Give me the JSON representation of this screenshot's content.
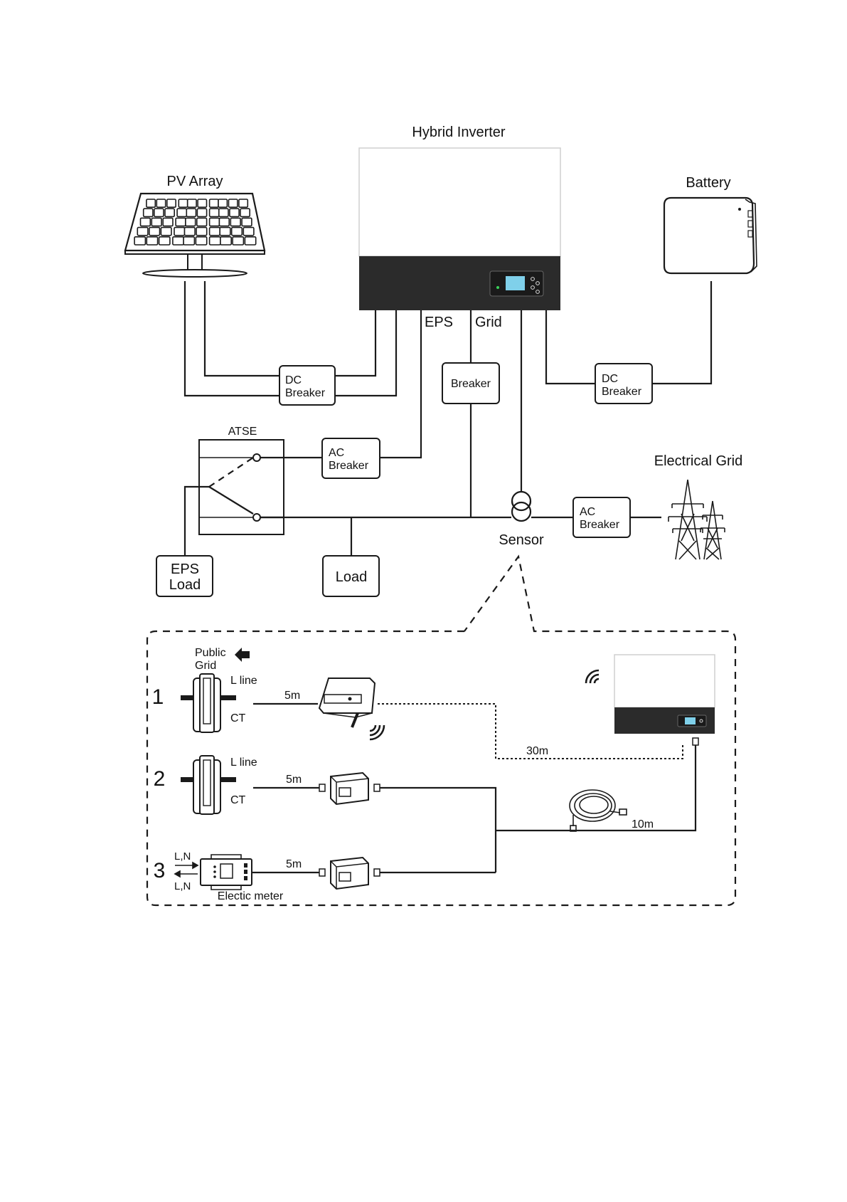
{
  "labels": {
    "hybrid_inverter": "Hybrid Inverter",
    "pv_array": "PV Array",
    "battery": "Battery",
    "eps": "EPS",
    "grid": "Grid",
    "dc_breaker_pv_l1": "DC",
    "dc_breaker_pv_l2": "Breaker",
    "breaker": "Breaker",
    "dc_breaker_bat_l1": "DC",
    "dc_breaker_bat_l2": "Breaker",
    "atse": "ATSE",
    "ac_breaker_eps_l1": "AC",
    "ac_breaker_eps_l2": "Breaker",
    "electrical_grid": "Electrical Grid",
    "ac_breaker_grid_l1": "AC",
    "ac_breaker_grid_l2": "Breaker",
    "sensor": "Sensor",
    "eps_load_l1": "EPS",
    "eps_load_l2": "Load",
    "load": "Load"
  },
  "detail": {
    "public_grid_l1": "Public",
    "public_grid_l2": "Grid",
    "opt1_num": "1",
    "opt1_lline": "L line",
    "opt1_ct": "CT",
    "opt1_len": "5m",
    "wireless_len": "30m",
    "opt2_num": "2",
    "opt2_lline": "L line",
    "opt2_ct": "CT",
    "opt2_len": "5m",
    "cable_len": "10m",
    "opt3_num": "3",
    "opt3_ln_top": "L,N",
    "opt3_ln_bottom": "L,N",
    "opt3_len": "5m",
    "meter_label": "Electic meter"
  },
  "colors": {
    "line": "#1a1a1a",
    "inverter_panel": "#2b2b2b",
    "screen": "#7fd0ea"
  }
}
